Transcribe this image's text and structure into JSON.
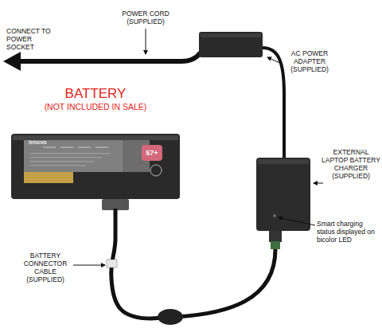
{
  "diagram": {
    "nodes": [
      {
        "text": [
          "BATTERY",
          "(NOT INCLUDED IN SALE)",
          "lenovo",
          "57+"
        ]
      }
    ],
    "labels": [
      "POWER CORD (SUPPLIED)",
      "CONNECT TO POWER SOCKET",
      "AC POWER ADAPTER (SUPPLIED)",
      "EXTERNAL LAPTOP BATTERY CHARGER (SUPPLIED)",
      "Smart charging status displayed on bicolor LED",
      "BATTERY CONNECTOR CABLE (SUPPLIED)"
    ]
  }
}
